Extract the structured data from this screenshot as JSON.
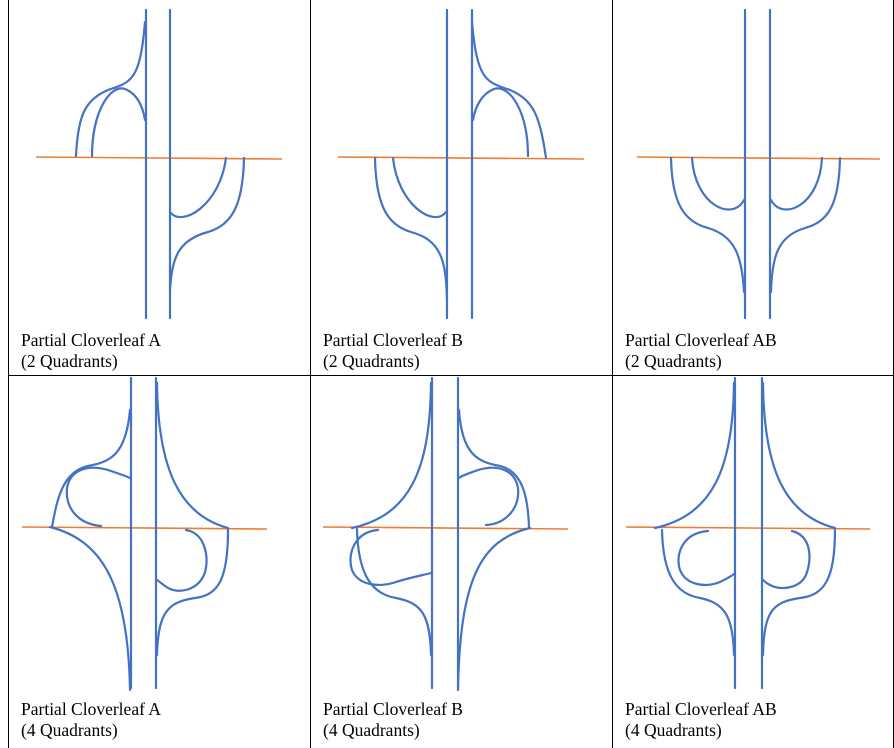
{
  "road_color": "#4472C4",
  "crossroad_color": "#ED7D31",
  "border_color": "#000000",
  "panels": [
    {
      "line1": "Partial Cloverleaf A",
      "line2": "(2 Quadrants)"
    },
    {
      "line1": "Partial Cloverleaf B",
      "line2": "(2 Quadrants)"
    },
    {
      "line1": "Partial Cloverleaf AB",
      "line2": "(2 Quadrants)"
    },
    {
      "line1": "Partial Cloverleaf A",
      "line2": "(4 Quadrants)"
    },
    {
      "line1": "Partial Cloverleaf B",
      "line2": "(4 Quadrants)"
    },
    {
      "line1": "Partial Cloverleaf AB",
      "line2": "(4 Quadrants)"
    }
  ]
}
